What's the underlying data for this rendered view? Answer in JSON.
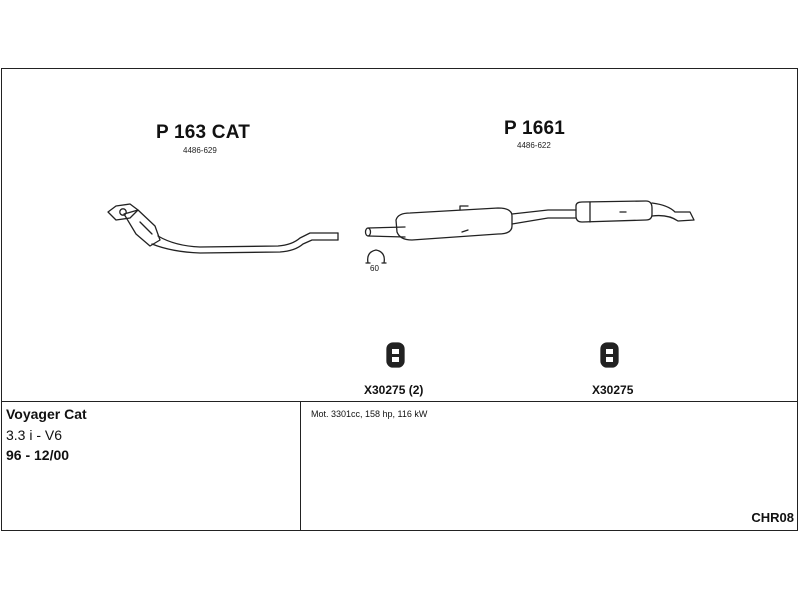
{
  "parts": {
    "catalytic": {
      "title": "P 163 CAT",
      "code": "4486-629"
    },
    "rear_pipe": {
      "title": "P 1661",
      "code": "4486-622"
    }
  },
  "clamp": {
    "label": "60"
  },
  "accessories": [
    {
      "label": "X30275 (2)"
    },
    {
      "label": "X30275"
    }
  ],
  "vehicle": {
    "name": "Voyager Cat",
    "engine": "3.3 i - V6",
    "years": "96 - 12/00"
  },
  "engine_spec": "Mot. 3301cc, 158 hp, 116 kW",
  "diagram_code": "CHR08"
}
